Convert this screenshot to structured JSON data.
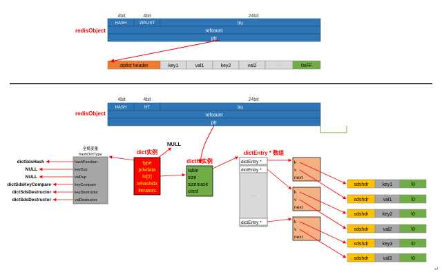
{
  "colors": {
    "blue": "#2e75b6",
    "blue_edge": "#1f4e79",
    "orange": "#ed7d31",
    "gray": "#a6a6a6",
    "gray_light": "#d9d9d9",
    "green": "#70ad47",
    "red": "#ff0000",
    "salmon": "#f4b183",
    "gold": "#ffc000",
    "dark": "#000000",
    "muted": "#7f7f7f"
  },
  "top_object": {
    "label": "redisObject",
    "bits_4a": "4bit",
    "bits_4b": "4bit",
    "bits_24": "24bit",
    "type_cell": "HASH",
    "encoding_cell": "ZIPLIST",
    "lru_cell": "lru",
    "refcount_row": "refcount",
    "ptr_row": "ptr"
  },
  "ziplist": {
    "header": "ziplist header",
    "cells": [
      "key1",
      "val1",
      "key2",
      "val2",
      "···"
    ],
    "end": "0xFF"
  },
  "bottom_object": {
    "label": "redisObject",
    "bits_4a": "4bit",
    "bits_4b": "4bit",
    "bits_24": "24bit",
    "type_cell": "HASH",
    "encoding_cell": "HT",
    "lru_cell": "lru",
    "refcount_row": "refcount",
    "ptr_row": "ptr"
  },
  "global_var": {
    "title_line1": "全局变量",
    "title_line2": "hashDictType",
    "rows": [
      "hashFunction",
      "keyDup",
      "valDup",
      "keyCompare",
      "keyDestructor",
      "valDestructor"
    ],
    "targets": [
      "dictSdsHash",
      "NULL",
      "NULL",
      "dictSdsKeyCompare",
      "dictSdsDestructor",
      "dictSdsDestructor"
    ]
  },
  "dict": {
    "label": "dict实例",
    "null_label": "NULL",
    "fields": [
      "type",
      "privdata",
      "ht[2]",
      "rehashidx",
      "iterators"
    ]
  },
  "dictht": {
    "label": "dictht实例",
    "fields": [
      "table",
      "size",
      "sizemask",
      "used"
    ]
  },
  "entry_array": {
    "label": "dictEntry * 数组",
    "slot_label": "dictEntry *",
    "gap_label": "···"
  },
  "entry_nodes": {
    "fields": [
      "k",
      "v",
      "next"
    ]
  },
  "sds": {
    "rows": [
      {
        "hdr": "sdshdr",
        "text": "key1",
        "end": "\\0"
      },
      {
        "hdr": "sdshdr",
        "text": "val1",
        "end": "\\0"
      },
      {
        "hdr": "sdshdr",
        "text": "key2",
        "end": "\\0"
      },
      {
        "hdr": "sdshdr",
        "text": "val2",
        "end": "\\0"
      },
      {
        "hdr": "sdshdr",
        "text": "key3",
        "end": "\\0"
      },
      {
        "hdr": "sdshdr",
        "text": "val3",
        "end": "\\0"
      }
    ]
  },
  "footer_mark": "↵"
}
